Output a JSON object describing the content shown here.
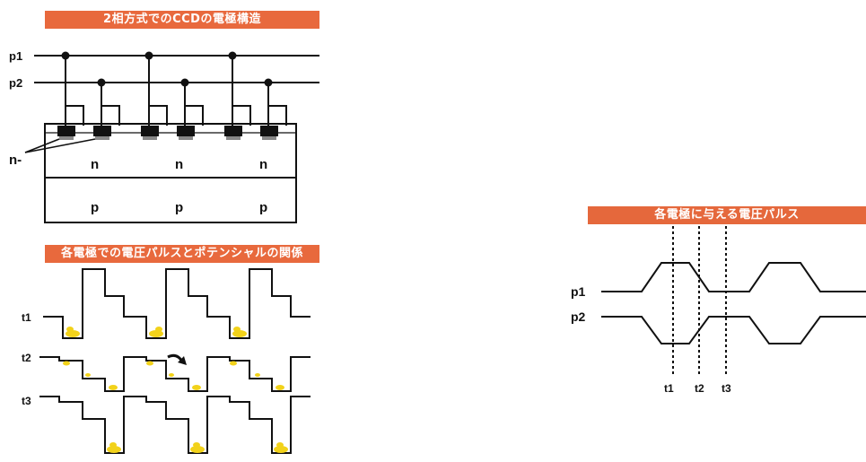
{
  "banners": {
    "structure": "2相方式でのCCDの電極構造",
    "potential": "各電極での電圧パルスとポテンシャルの関係",
    "pulse": "各電極に与える電圧パルス"
  },
  "structure_labels": {
    "p1": "p1",
    "p2": "p2",
    "n_minus": "n-",
    "n": "n",
    "p": "p"
  },
  "potential_labels": {
    "t1": "t1",
    "t2": "t2",
    "t3": "t3"
  },
  "pulse_labels": {
    "p1": "p1",
    "p2": "p2",
    "t1": "t1",
    "t2": "t2",
    "t3": "t3"
  },
  "colors": {
    "banner": "#e8693d",
    "charge": "#f2d21a",
    "line": "#111111"
  }
}
